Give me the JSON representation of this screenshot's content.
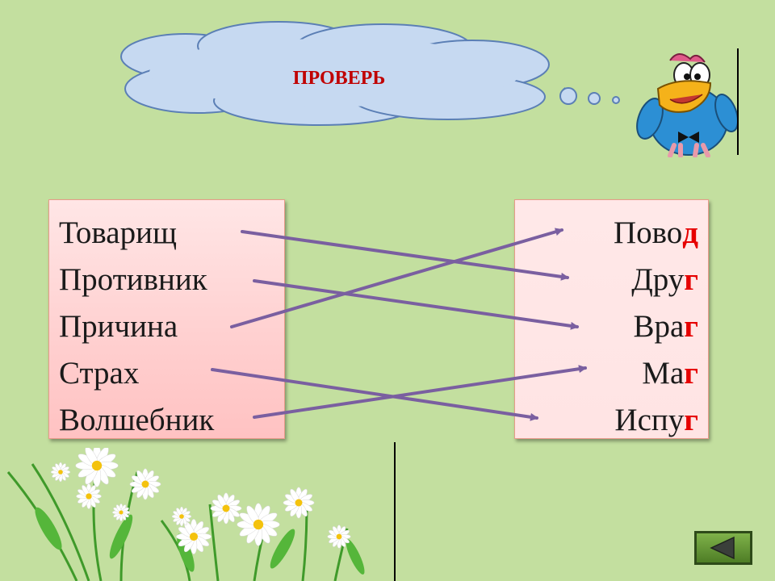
{
  "cloud": {
    "title": "ПРОВЕРЬ"
  },
  "left_words": [
    "Товарищ",
    "Противник",
    "Причина",
    "Страх",
    "Волшебник"
  ],
  "right_words": [
    {
      "stem": "Пово",
      "ending": "д"
    },
    {
      "stem": "Дру",
      "ending": "г"
    },
    {
      "stem": "Вра",
      "ending": "г"
    },
    {
      "stem": "Ма",
      "ending": "г"
    },
    {
      "stem": "Испу",
      "ending": "г"
    }
  ],
  "matches": [
    [
      0,
      1
    ],
    [
      1,
      2
    ],
    [
      2,
      0
    ],
    [
      3,
      4
    ],
    [
      4,
      3
    ]
  ],
  "colors": {
    "background": "#c3df9f",
    "arrow": "#7a5fa0",
    "ending": "#e60000",
    "cloud": "#c6d9f1"
  },
  "icons": {
    "mascot": "bird-mascot-icon",
    "decoration": "daisies-icon",
    "navigation": "back-arrow-icon"
  }
}
